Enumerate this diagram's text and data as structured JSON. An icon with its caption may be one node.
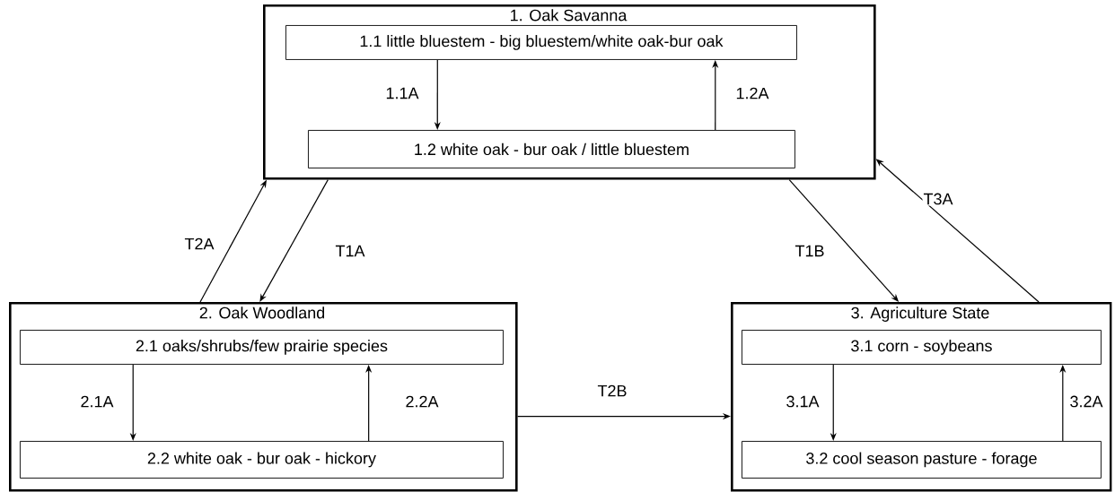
{
  "diagram": {
    "nodes": [
      {
        "text": [
          "1. Oak Savanna"
        ]
      },
      {
        "text": [
          "1.1 little bluestem - big bluestem/white oak-bur oak"
        ],
        "in": 0
      },
      {
        "text": [
          "1.2 white oak - bur oak / little bluestem"
        ],
        "in": 0
      },
      {
        "text": [
          "2. Oak Woodland"
        ]
      },
      {
        "text": [
          "2.1 oaks/shrubs/few prairie species"
        ],
        "in": 3
      },
      {
        "text": [
          "2.2 white oak - bur oak - hickory"
        ],
        "in": 3
      },
      {
        "text": [
          "3. Agriculture State"
        ]
      },
      {
        "text": [
          "3.1 corn - soybeans"
        ],
        "in": 6
      },
      {
        "text": [
          "3.2 cool season pasture - forage"
        ],
        "in": 6
      }
    ],
    "edges": [
      {
        "from": 1,
        "to": 2,
        "arrow": "to",
        "label": "1.1A"
      },
      {
        "from": 2,
        "to": 1,
        "arrow": "to",
        "label": "1.2A"
      },
      {
        "from": 3,
        "to": 0,
        "arrow": "to",
        "label": "T2A"
      },
      {
        "from": 0,
        "to": 3,
        "arrow": "to",
        "label": "T1A"
      },
      {
        "from": 0,
        "to": 6,
        "arrow": "to",
        "label": "T1B"
      },
      {
        "from": 6,
        "to": 0,
        "arrow": "to",
        "label": "T3A"
      },
      {
        "from": 3,
        "to": 6,
        "arrow": "to",
        "label": "T2B"
      },
      {
        "from": 4,
        "to": 5,
        "arrow": "to",
        "label": "2.1A"
      },
      {
        "from": 5,
        "to": 4,
        "arrow": "to",
        "label": "2.2A"
      },
      {
        "from": 7,
        "to": 8,
        "arrow": "to",
        "label": "3.1A"
      },
      {
        "from": 8,
        "to": 7,
        "arrow": "to",
        "label": "3.2A"
      }
    ]
  }
}
